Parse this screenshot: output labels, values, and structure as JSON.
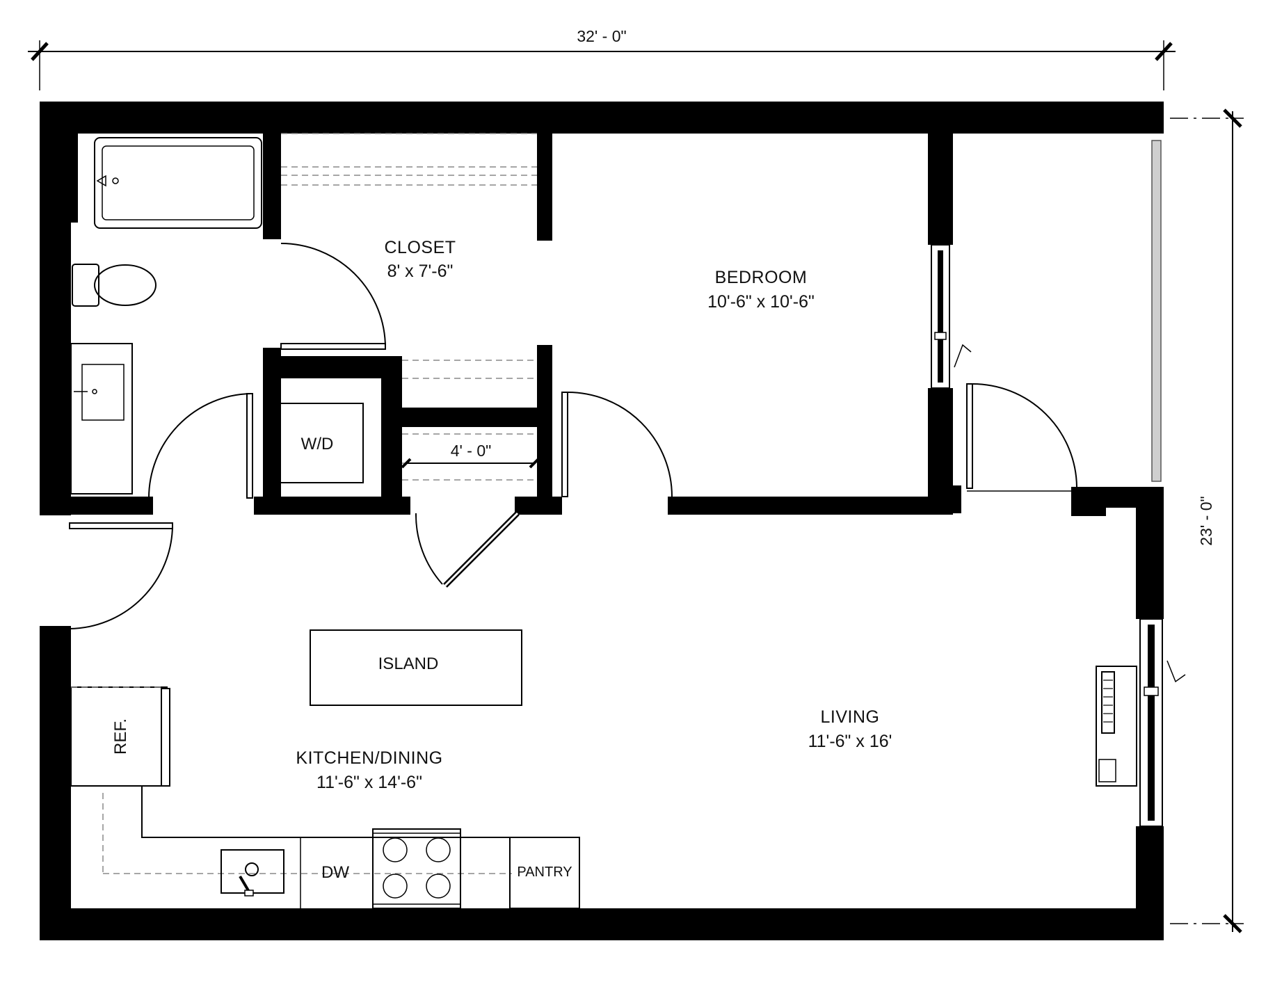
{
  "dimensions": {
    "width": "32' - 0\"",
    "depth": "23' - 0\"",
    "closet_width": "4' - 0\""
  },
  "rooms": {
    "closet": {
      "name": "CLOSET",
      "size": "8' x 7'-6\""
    },
    "bedroom": {
      "name": "BEDROOM",
      "size": "10'-6\" x 10'-6\""
    },
    "living": {
      "name": "LIVING",
      "size": "11'-6\" x 16'"
    },
    "kitchen": {
      "name": "KITCHEN/DINING",
      "size": "11'-6\" x 14'-6\""
    }
  },
  "fixtures": {
    "washer_dryer": "W/D",
    "island": "ISLAND",
    "refrigerator": "REF.",
    "dishwasher": "DW",
    "pantry": "PANTRY"
  },
  "colors": {
    "wall": "#000000",
    "glass": "#cfcfcf",
    "dashed": "#888888"
  }
}
